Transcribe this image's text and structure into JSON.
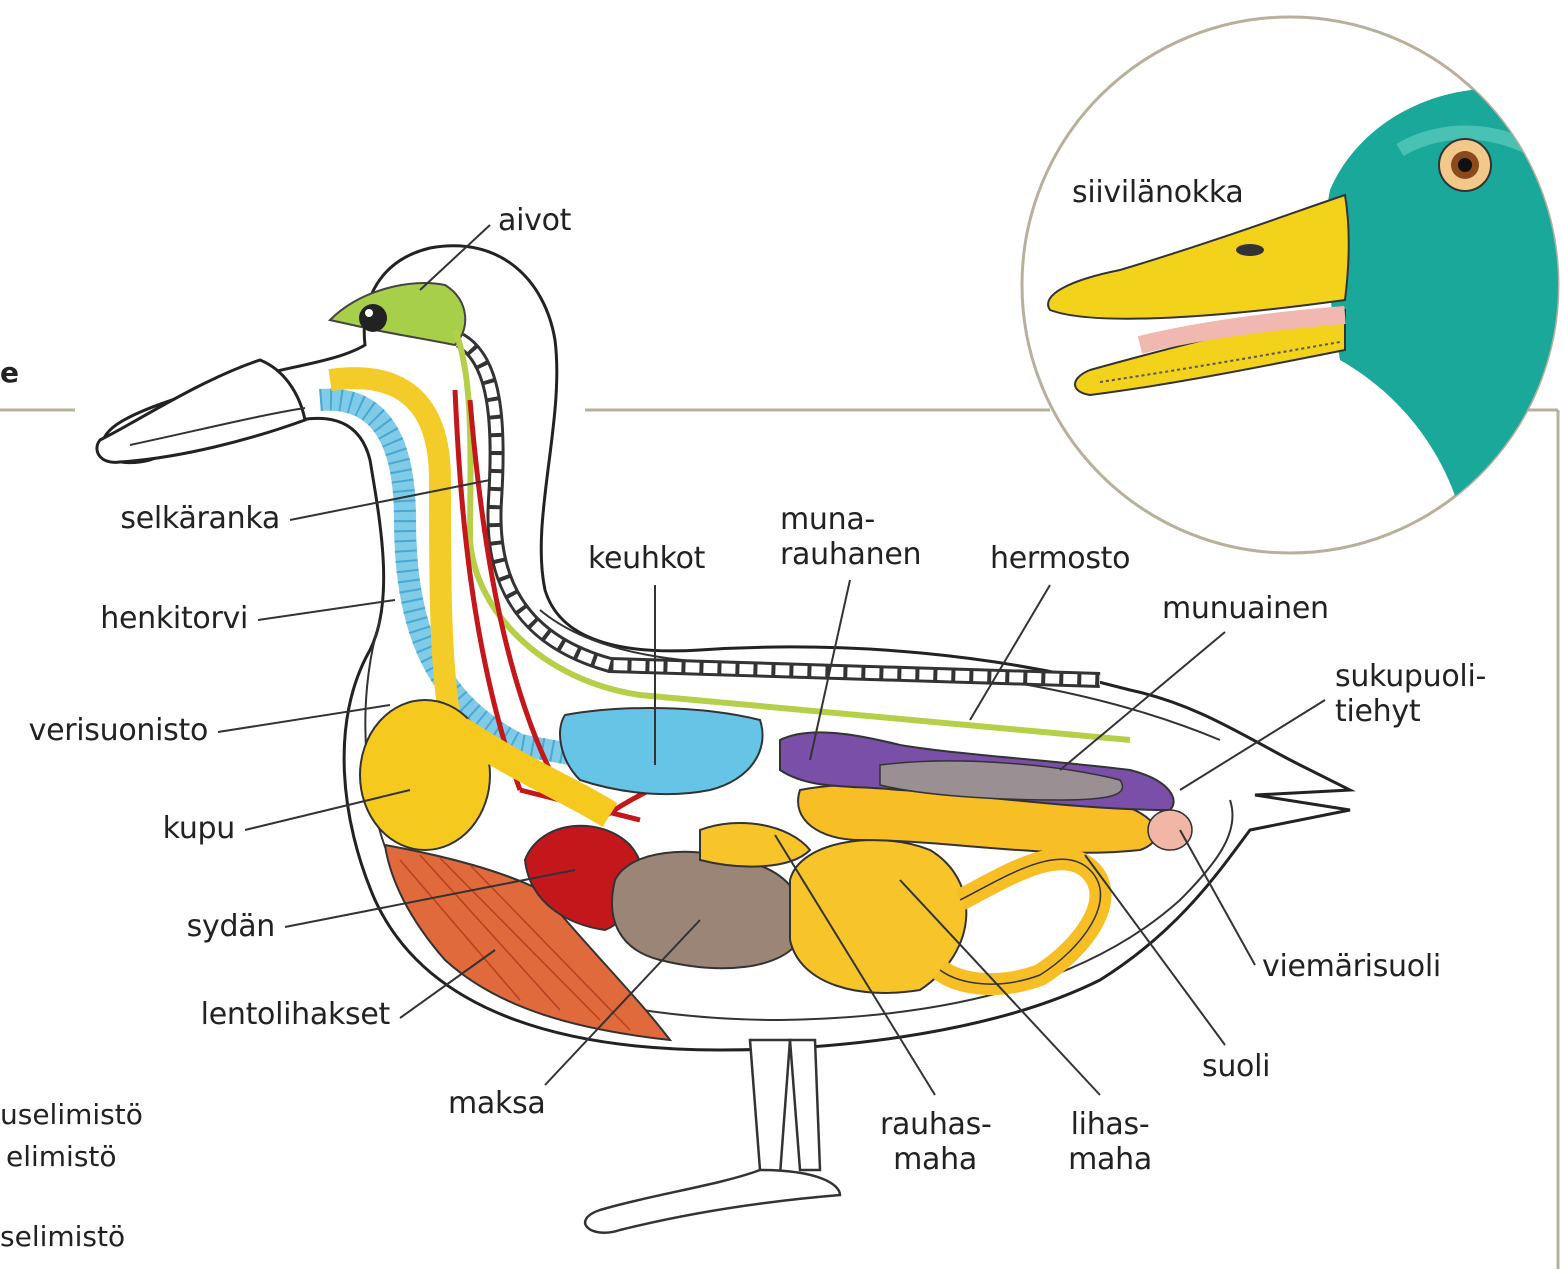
{
  "labels": {
    "aivot": "aivot",
    "selkaranka": "selkäranka",
    "henkitorvi": "henkitorvi",
    "verisuonisto": "verisuonisto",
    "kupu": "kupu",
    "sydan": "sydän",
    "lentolihakset": "lentolihakset",
    "maksa": "maksa",
    "keuhkot": "keuhkot",
    "munarauhanen": "muna-\nrauhanen",
    "hermosto": "hermosto",
    "munuainen": "munuainen",
    "sukupuolitiehyt": "sukupuoli-\ntiehyt",
    "viemarisuoli": "viemärisuoli",
    "suoli": "suoli",
    "rauhasmaha": "rauhas-\nmaha",
    "lihasmaha": "lihas-\nmaha",
    "siivilanokka": "siivilänokka"
  },
  "legend_fragments": {
    "top": "e",
    "line1": "uselimistö",
    "line2": "elimistö",
    "line3": "selimistö"
  },
  "colors": {
    "brain": "#a8cf4a",
    "trachea": "#7fcbe8",
    "esophagus": "#f3cc2a",
    "crop": "#f5c91e",
    "heart": "#c3171b",
    "liver": "#9a8577",
    "muscle": "#e06a3c",
    "lungs": "#66c5e6",
    "ovary": "#7a4fa8",
    "kidney": "#9a8f92",
    "intestine": "#f7bf25",
    "cloaca": "#f2b6a6",
    "nerve": "#b5cf48",
    "duck_head": "#1aa89a",
    "bill": "#f2d21a"
  }
}
